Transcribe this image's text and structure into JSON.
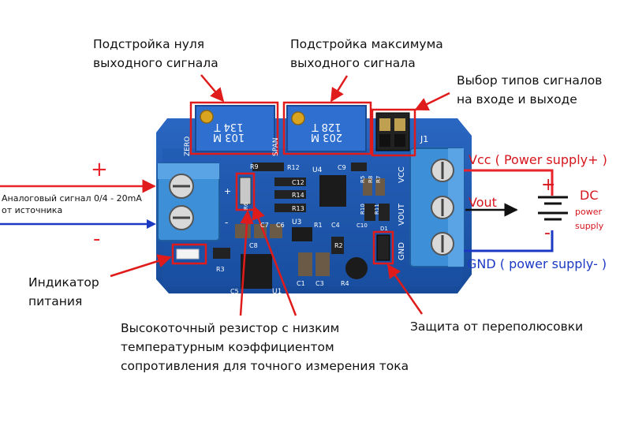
{
  "labels": {
    "zero_adjust": [
      "Подстройка нуля",
      "выходного сигнала"
    ],
    "max_adjust": [
      "Подстройка максимума",
      "выходного сигнала"
    ],
    "signal_select": [
      "Выбор типов сигналов",
      "на входе и выходе"
    ],
    "analog_input": [
      "Аналоговый сигнал 0/4 - 20mA",
      "от источника"
    ],
    "power_indicator": [
      "Индикатор",
      "питания"
    ],
    "precision_resistor": [
      "Высокоточный резистор с низким",
      "температурным коэффициентом",
      "сопротивления для точного измерения тока"
    ],
    "reverse_protection": "Защита от переполюсовки"
  },
  "outputs": {
    "vcc": "Vcc ( Power supply+ )",
    "vout": "Vout",
    "gnd": "GND ( power supply- )",
    "dc": "DC",
    "dc_sub": [
      "power",
      "supply"
    ],
    "plus": "+",
    "minus": "-"
  },
  "input_signs": {
    "plus": "+",
    "minus": "-"
  },
  "board_text": {
    "pot_left": [
      "134 T",
      "103 M"
    ],
    "pot_right": [
      "128 T",
      "203 M"
    ],
    "span": "SPAN",
    "zero": "ZERO",
    "j1": "J1",
    "u4": "U4",
    "u1": "U1",
    "u3": "U3",
    "parts": [
      "R9",
      "R12",
      "C9",
      "C12",
      "R14",
      "R13",
      "R10",
      "R11",
      "R5",
      "R8",
      "R7",
      "C7",
      "C6",
      "C8",
      "R1",
      "C4",
      "C10",
      "R3",
      "C5",
      "C1",
      "C3",
      "R2",
      "R4",
      "R6",
      "D1"
    ],
    "vertical": [
      "VCC",
      "VOUT",
      "GND"
    ],
    "plus": "+",
    "minus": "-"
  },
  "colors": {
    "pcb": "#1f5bb5",
    "terminal": "#3d8fd8",
    "highlight": "#e01b1b",
    "arrow_plus": "#e8232a",
    "arrow_minus": "#1c39c4",
    "text_red": "#d6161d",
    "pot_gold": "#d9a521"
  }
}
